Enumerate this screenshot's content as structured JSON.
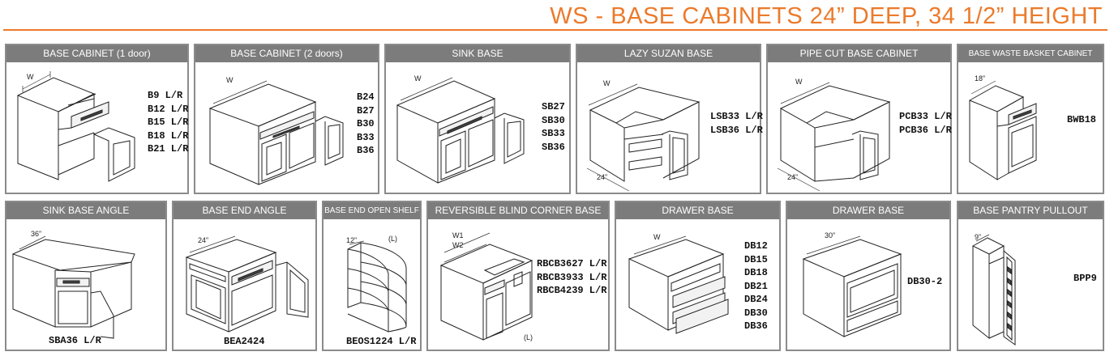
{
  "page": {
    "title": "WS -  BASE CABINETS 24” DEEP, 34 1/2” HEIGHT"
  },
  "cards": {
    "base1": {
      "title": "BASE CABINET (1 door)",
      "dim": "W",
      "codes": [
        "B9 L/R",
        "B12 L/R",
        "B15 L/R",
        "B18 L/R",
        "B21 L/R"
      ]
    },
    "base2": {
      "title": "BASE CABINET (2 doors)",
      "dim": "W",
      "codes": [
        "B24",
        "B27",
        "B30",
        "B33",
        "B36"
      ]
    },
    "sink": {
      "title": "SINK BASE",
      "dim": "W",
      "codes": [
        "SB27",
        "SB30",
        "SB33",
        "SB36"
      ]
    },
    "lazy": {
      "title": "LAZY SUZAN BASE",
      "dim_w": "W",
      "dim_d": "24”",
      "codes": [
        "LSB33 L/R",
        "LSB36 L/R"
      ]
    },
    "pipe": {
      "title": "PIPE CUT BASE CABINET",
      "dim_w": "W",
      "dim_d": "24”",
      "codes": [
        "PCB33 L/R",
        "PCB36 L/R"
      ]
    },
    "waste": {
      "title": "BASE WASTE BASKET CABINET",
      "dim": "18”",
      "codes": [
        "BWB18"
      ]
    },
    "sinkangle": {
      "title": "SINK BASE ANGLE",
      "dim": "36”",
      "codes": [
        "SBA36 L/R"
      ]
    },
    "endangle": {
      "title": "BASE END ANGLE",
      "dim": "24”",
      "codes": [
        "BEA2424"
      ]
    },
    "openshelf": {
      "title": "BASE END OPEN SHELF",
      "dim": "12”",
      "hand": "(L)",
      "codes": [
        "BEOS1224 L/R"
      ]
    },
    "blind": {
      "title": "REVERSIBLE BLIND CORNER BASE",
      "dim_w1": "W1",
      "dim_w2": "W2",
      "hand": "(L)",
      "codes": [
        "RBCB3627 L/R",
        "RBCB3933 L/R",
        "RBCB4239 L/R"
      ]
    },
    "drawer": {
      "title": "DRAWER BASE",
      "dim": "W",
      "codes": [
        "DB12",
        "DB15",
        "DB18",
        "DB21",
        "DB24",
        "DB30",
        "DB36"
      ]
    },
    "drawer2": {
      "title": "DRAWER BASE",
      "dim": "30”",
      "codes": [
        "DB30-2"
      ]
    },
    "pantry": {
      "title": "BASE PANTRY PULLOUT",
      "dim": "9”",
      "codes": [
        "BPP9"
      ]
    }
  }
}
